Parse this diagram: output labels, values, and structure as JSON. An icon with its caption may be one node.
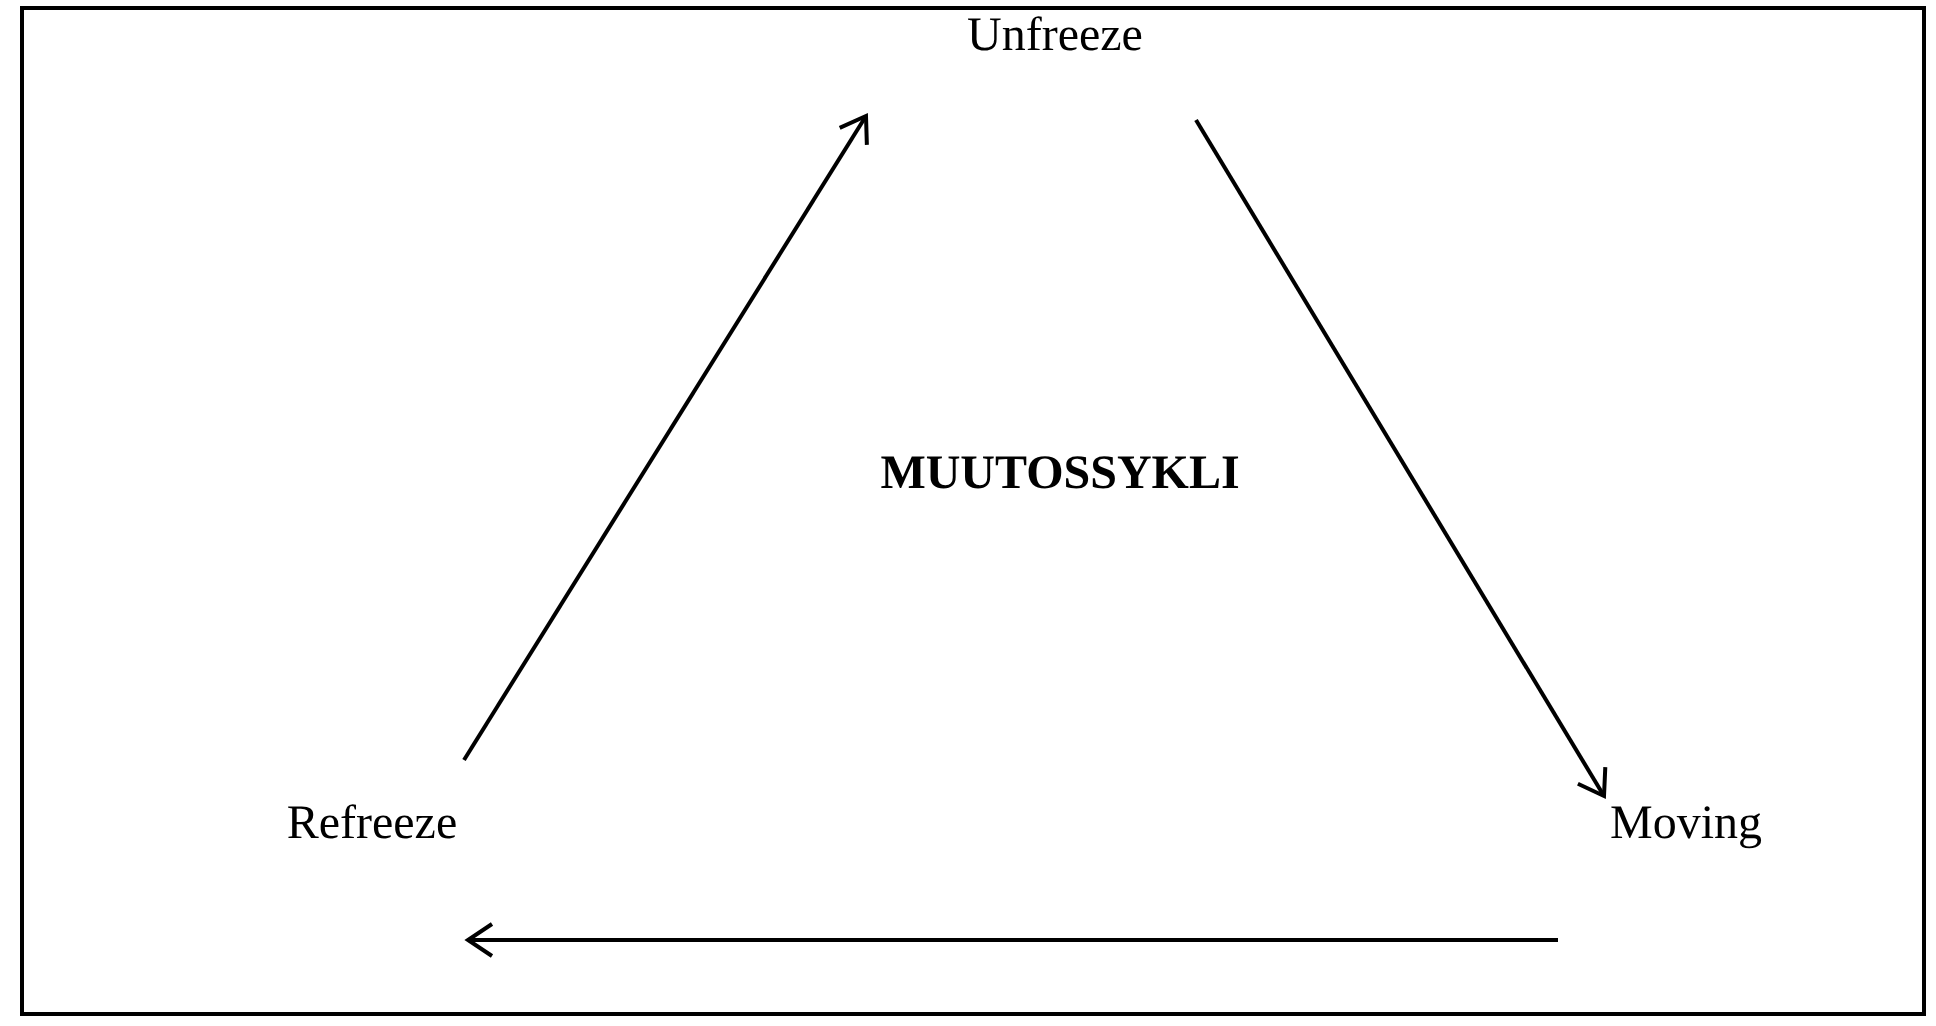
{
  "diagram": {
    "title": "MUUTOSSYKLI",
    "nodes": [
      {
        "text": [
          "Unfreeze"
        ]
      },
      {
        "text": [
          "Moving"
        ]
      },
      {
        "text": [
          "Refreeze"
        ]
      }
    ],
    "edges": [
      {
        "from": 2,
        "to": 0,
        "arrow": "to"
      },
      {
        "from": 0,
        "to": 1,
        "arrow": "to"
      },
      {
        "from": 1,
        "to": 2,
        "arrow": "to"
      }
    ]
  }
}
